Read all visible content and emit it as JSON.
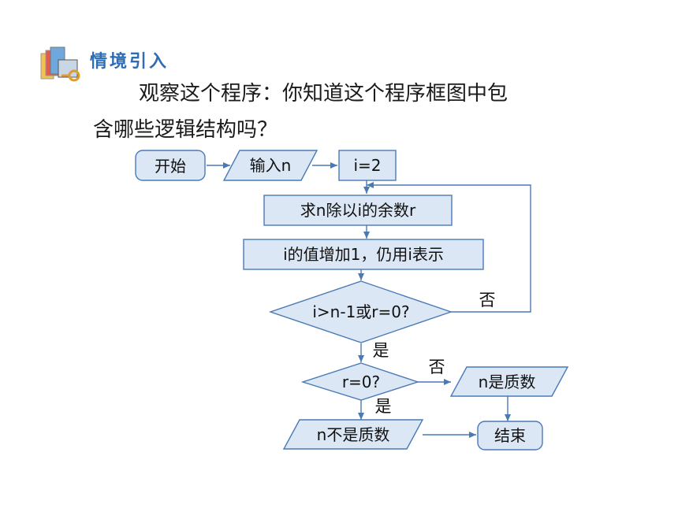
{
  "header": {
    "title": "情境引入"
  },
  "intro": {
    "line1": "观察这个程序：你知道这个程序框图中包",
    "line2": "含哪些逻辑结构吗？"
  },
  "flowchart": {
    "start": "开始",
    "input_n": "输入n",
    "init_i": "i=2",
    "remainder": "求n除以i的余数r",
    "increment": "i的值增加1，仍用i表示",
    "cond1": "i>n-1或r=0?",
    "cond1_no": "否",
    "cond1_yes": "是",
    "cond2": "r=0?",
    "cond2_no": "否",
    "cond2_yes": "是",
    "prime": "n是质数",
    "not_prime": "n不是质数",
    "end": "结束"
  },
  "colors": {
    "box_fill": "#dbe7f5",
    "box_stroke": "#4a7ab5",
    "line": "#4a7ab5",
    "title": "#2e6db4"
  }
}
